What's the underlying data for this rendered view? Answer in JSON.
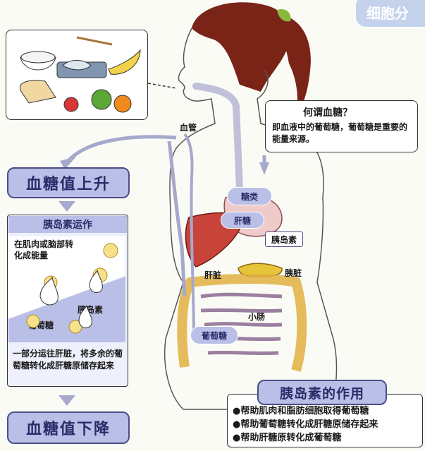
{
  "corner_tab": "细胞分",
  "callout": {
    "title": "何谓血糖？",
    "body": "即血液中的葡萄糖，葡萄糖是重要的能量来源。"
  },
  "pill_rise": "血糖值上升",
  "panel": {
    "header": "胰岛素运作",
    "line1": "在肌肉或脑部转",
    "line2": "化成能量",
    "insulin_label": "胰岛素",
    "glucose_label": "葡萄糖",
    "footer": "一部分运往肝脏，将多余的葡萄糖转化成肝糖原储存起来"
  },
  "pill_fall": "血糖值下降",
  "organ_labels": {
    "blood_vessel": "血管",
    "sugars": "糖类",
    "glycogen": "肝糖",
    "insulin": "胰岛素",
    "liver": "肝脏",
    "pancreas": "胰脏",
    "small_intestine": "小肠",
    "glucose": "葡萄糖"
  },
  "functions": {
    "title": "胰岛素的作用",
    "items": [
      "●帮助肌肉和脂肪细胞取得葡萄糖",
      "●帮助葡萄糖转化成肝糖原储存起来",
      "●帮助肝糖原转化成葡萄糖"
    ]
  },
  "colors": {
    "accent": "#b9bfe6",
    "accent_dark": "#4a4f86",
    "liver": "#c8443a",
    "pancreas": "#e8c43a"
  }
}
